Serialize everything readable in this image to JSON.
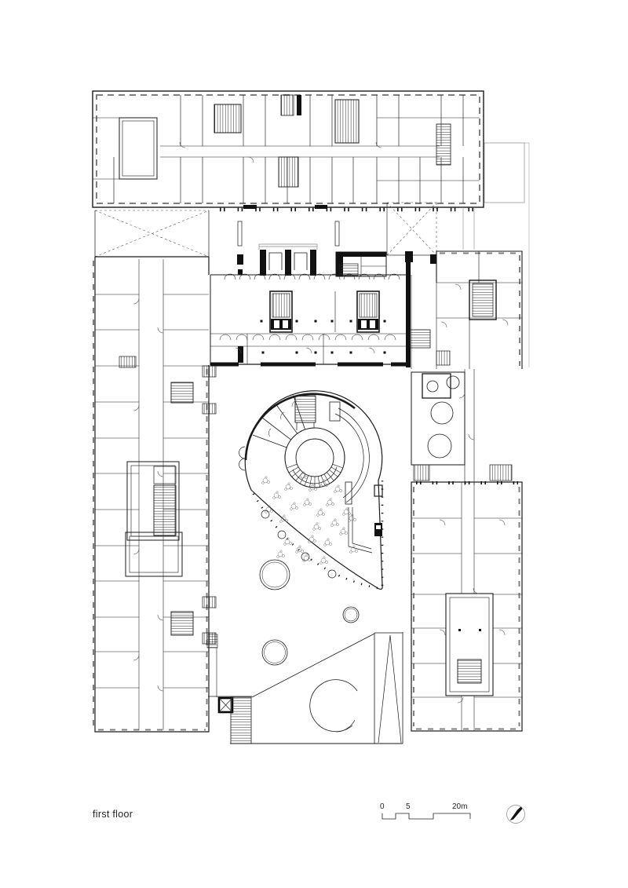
{
  "page": {
    "background": "#ffffff",
    "line_color": "#1a1a1a"
  },
  "plan": {
    "floor_label": "first floor",
    "scale_bar": {
      "labels": [
        "0",
        "5",
        "20m"
      ]
    },
    "icons": {
      "north_arrow": "north-arrow-icon"
    }
  }
}
